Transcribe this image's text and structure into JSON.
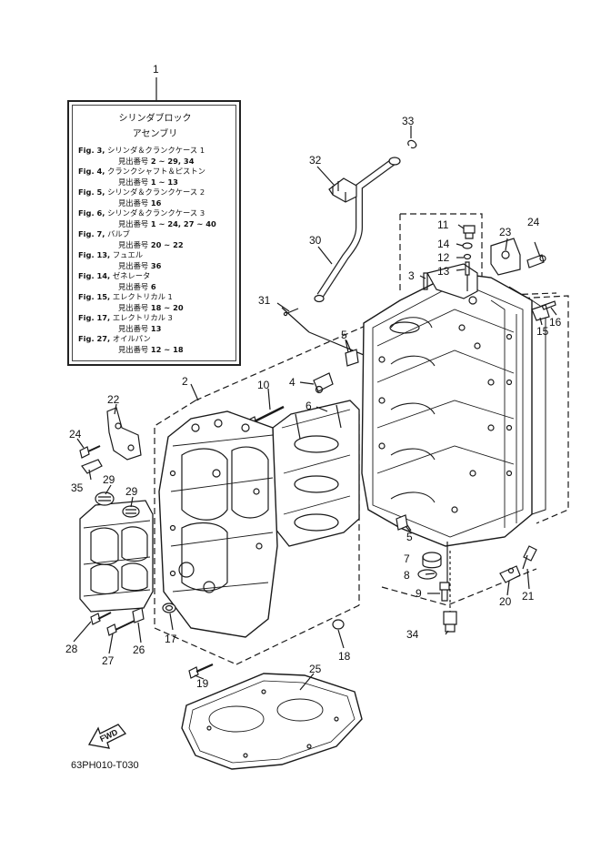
{
  "assembly": {
    "callout": "1",
    "title_line1": "シリンダブロック",
    "title_line2": "アセンブリ",
    "references": [
      {
        "fig": "Fig. 3,",
        "name": "シリンダ＆クランクケース 1",
        "prefix": "見出番号",
        "range": "2 ~ 29, 34"
      },
      {
        "fig": "Fig. 4,",
        "name": "クランクシャフト＆ピストン",
        "prefix": "見出番号",
        "range": "1 ~ 13"
      },
      {
        "fig": "Fig. 5,",
        "name": "シリンダ＆クランクケース 2",
        "prefix": "見出番号",
        "range": "16"
      },
      {
        "fig": "Fig. 6,",
        "name": "シリンダ＆クランクケース 3",
        "prefix": "見出番号",
        "range": "1 ~ 24, 27 ~ 40"
      },
      {
        "fig": "Fig. 7,",
        "name": "バルブ",
        "prefix": "見出番号",
        "range": "20 ~ 22"
      },
      {
        "fig": "Fig. 13,",
        "name": "フュエル",
        "prefix": "見出番号",
        "range": "36"
      },
      {
        "fig": "Fig. 14,",
        "name": "ゼネレータ",
        "prefix": "見出番号",
        "range": "6"
      },
      {
        "fig": "Fig. 15,",
        "name": "エレクトリカル 1",
        "prefix": "見出番号",
        "range": "18 ~ 20"
      },
      {
        "fig": "Fig. 17,",
        "name": "エレクトリカル 3",
        "prefix": "見出番号",
        "range": "13"
      },
      {
        "fig": "Fig. 27,",
        "name": "オイルパン",
        "prefix": "見出番号",
        "range": "12 ~ 18"
      }
    ]
  },
  "callouts": {
    "n2": "2",
    "n3": "3",
    "n4": "4",
    "n5a": "5",
    "n5b": "5",
    "n6": "6",
    "n7": "7",
    "n8": "8",
    "n9": "9",
    "n10": "10",
    "n11": "11",
    "n12": "12",
    "n13": "13",
    "n14": "14",
    "n15": "15",
    "n16": "16",
    "n17": "17",
    "n18": "18",
    "n19": "19",
    "n20": "20",
    "n21": "21",
    "n22": "22",
    "n23": "23",
    "n24a": "24",
    "n24b": "24",
    "n25": "25",
    "n26": "26",
    "n27": "27",
    "n28": "28",
    "n29a": "29",
    "n29b": "29",
    "n30": "30",
    "n31": "31",
    "n32": "32",
    "n33": "33",
    "n34": "34",
    "n35": "35"
  },
  "fwd_label": "FWD",
  "diagram_code": "63PH010-T030"
}
